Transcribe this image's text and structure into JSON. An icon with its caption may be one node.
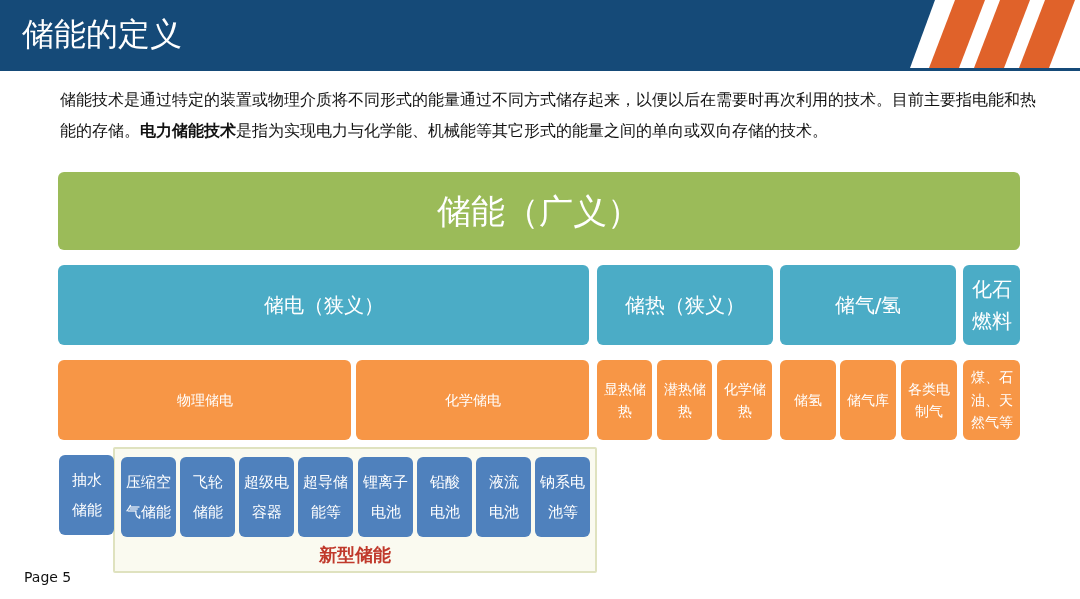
{
  "diagram": {
    "title": "储能的定义",
    "nodes": [
      {
        "text": [
          "储能（广义）"
        ]
      },
      {
        "text": [
          "储电（狭义）"
        ]
      },
      {
        "text": [
          "储热（狭义）"
        ]
      },
      {
        "text": [
          "储气/氢"
        ]
      },
      {
        "text": [
          "化石燃料"
        ]
      },
      {
        "text": [
          "物理储电"
        ]
      },
      {
        "text": [
          "化学储电"
        ]
      },
      {
        "text": [
          "显热储热"
        ]
      },
      {
        "text": [
          "潜热储热"
        ]
      },
      {
        "text": [
          "化学储热"
        ]
      },
      {
        "text": [
          "储氢"
        ]
      },
      {
        "text": [
          "储气库"
        ]
      },
      {
        "text": [
          "各类电制气"
        ]
      },
      {
        "text": [
          "煤、石油、天然气等"
        ]
      },
      {
        "text": [
          "新型储能"
        ]
      },
      {
        "text": [
          "抽水储能"
        ]
      },
      {
        "text": [
          "压缩空气储能"
        ],
        "in": 14
      },
      {
        "text": [
          "飞轮储能"
        ],
        "in": 14
      },
      {
        "text": [
          "超级电容器"
        ],
        "in": 14
      },
      {
        "text": [
          "超导储能等"
        ],
        "in": 14
      },
      {
        "text": [
          "锂离子电池"
        ],
        "in": 14
      },
      {
        "text": [
          "铅酸电池"
        ],
        "in": 14
      },
      {
        "text": [
          "液流电池"
        ],
        "in": 14
      },
      {
        "text": [
          "钠系电池等"
        ],
        "in": 14
      }
    ],
    "labels": [
      "储能技术是通过特定的装置或物理介质将不同形式的能量通过不同方式储存起来，以便以后在需要时再次利用的技术。目前主要指电能和热能的存储。**电力储能技术**是指为实现电力与化学能、机械能等其它形式的能量之间的单向或双向存储的技术。",
      "Page 5"
    ]
  }
}
